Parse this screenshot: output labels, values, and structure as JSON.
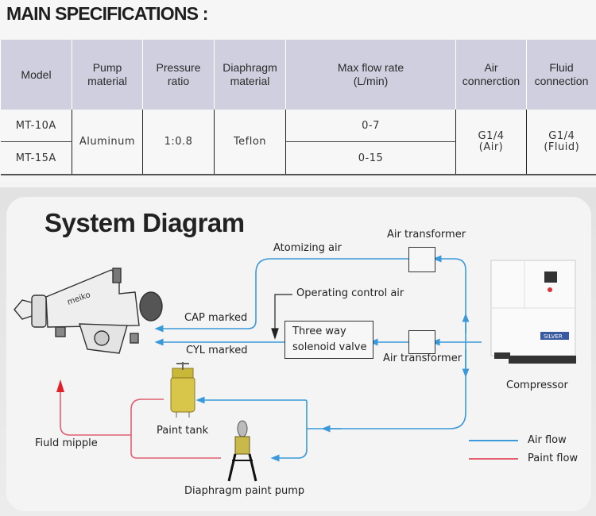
{
  "header": {
    "title": "MAIN SPECIFICATIONS :"
  },
  "spec_table": {
    "columns": [
      [
        "Model"
      ],
      [
        "Pump",
        "material"
      ],
      [
        "Pressure",
        "ratio"
      ],
      [
        "Diaphragm",
        "material"
      ],
      [
        "Max flow rate",
        "(L/min)"
      ],
      [
        "Air",
        "connerction"
      ],
      [
        "Fluid",
        "connection"
      ]
    ],
    "rows": [
      {
        "model": "MT-10A",
        "max_flow": "0-7"
      },
      {
        "model": "MT-15A",
        "max_flow": "0-15"
      }
    ],
    "shared": {
      "pump_material": "Aluminum",
      "pressure_ratio": "1:0.8",
      "diaphragm_material": "Teflon",
      "air_connection": [
        "G1/4",
        "(Air)"
      ],
      "fluid_connection": [
        "G1/4",
        "(Fluid)"
      ]
    }
  },
  "diagram": {
    "title": "System Diagram",
    "labels": {
      "atomizing_air": "Atomizing air",
      "air_transformer_top": "Air transformer",
      "operating_control_air": "Operating control air",
      "cap_marked": "CAP marked",
      "cyl_marked": "CYL marked",
      "valve_line1": "Three way",
      "valve_line2": "solenoid valve",
      "air_transformer_bottom": "Air transformer",
      "compressor": "Compressor",
      "paint_tank": "Paint tank",
      "fluid_nipple": "Fiuld mipple",
      "diaphragm_pump": "Diaphragm paint pump",
      "compressor_brand": "SILVER"
    },
    "legend": [
      {
        "label": "Air flow",
        "color": "#3a9ad9"
      },
      {
        "label": "Paint flow",
        "color": "#e06070"
      }
    ]
  },
  "colors": {
    "air": "#3a9ad9",
    "paint": "#e06070",
    "paint_arrow": "#e0202a",
    "header_bg": "#cfcfe0"
  }
}
